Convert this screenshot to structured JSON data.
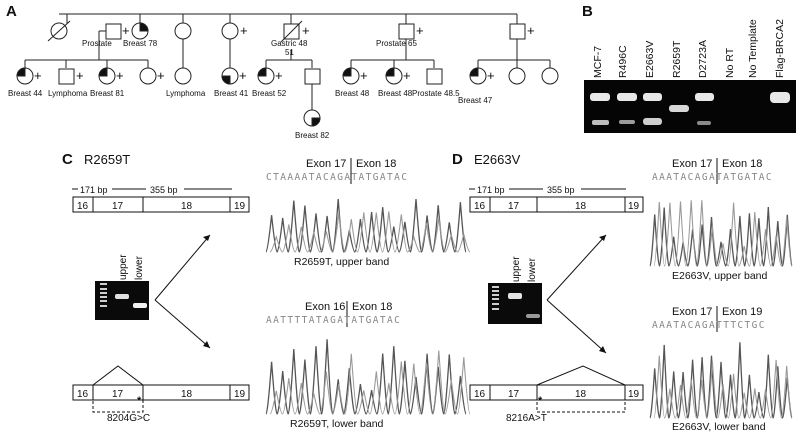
{
  "panels": {
    "a": "A",
    "b": "B",
    "c": "C",
    "d": "D"
  },
  "pedigree": {
    "gen1": [
      {
        "label": "Prostate",
        "sym": "+"
      },
      {
        "label": "Breast 78",
        "sym": ""
      },
      {
        "label": "",
        "sym": "+"
      },
      {
        "label": "Gastric 48",
        "sym": "+",
        "extra": "51"
      },
      {
        "label": "Prostate 65",
        "sym": "+"
      },
      {
        "label": "",
        "sym": "+"
      }
    ],
    "gen2": [
      {
        "label": "Breast 44",
        "sym": "+"
      },
      {
        "label": "Lymphoma",
        "sym": "+"
      },
      {
        "label": "Breast 81",
        "sym": "+"
      },
      {
        "label": "",
        "sym": "+"
      },
      {
        "label": "Lymphoma",
        "sym": ""
      },
      {
        "label": "Breast 41",
        "sym": "+"
      },
      {
        "label": "Breast 52",
        "sym": "+"
      },
      {
        "label": "Breast 48",
        "sym": "+"
      },
      {
        "label": "Breast 48",
        "sym": "+"
      },
      {
        "label": "Prostate 48.5",
        "sym": ""
      },
      {
        "label": "Breast 47",
        "sym": "+"
      }
    ],
    "gen3": [
      {
        "label": "Breast 82",
        "sym": ""
      }
    ]
  },
  "gel_b": {
    "lanes": [
      "MCF-7",
      "R496C",
      "E2663V",
      "R2659T",
      "D2723A",
      "No RT",
      "No Template",
      "Flag-BRCA2"
    ]
  },
  "panel_c": {
    "mutation": "R2659T",
    "bp_left": "171 bp",
    "bp_right": "355 bp",
    "exons_top": [
      "16",
      "17",
      "18",
      "19"
    ],
    "exons_bottom": [
      "16",
      "17",
      "18",
      "19"
    ],
    "gel_labels": [
      "upper",
      "lower"
    ],
    "variant": "8204G>C",
    "seq1": {
      "left": "Exon 17",
      "right": "Exon 18",
      "seq": "CTAAAATACAGATATGATAC"
    },
    "seq2": {
      "left": "Exon 16",
      "right": "Exon 18",
      "seq": "AATTTTATAGATATGATAC"
    },
    "cap1": "R2659T, upper band",
    "cap2": "R2659T, lower band"
  },
  "panel_d": {
    "mutation": "E2663V",
    "bp_left": "171 bp",
    "bp_right": "355 bp",
    "exons_top": [
      "16",
      "17",
      "18",
      "19"
    ],
    "exons_bottom": [
      "16",
      "17",
      "18",
      "19"
    ],
    "gel_labels": [
      "upper",
      "lower"
    ],
    "variant": "8216A>T",
    "seq1": {
      "left": "Exon 17",
      "right": "Exon 18",
      "seq": "AAATACAGATATGATAC"
    },
    "seq2": {
      "left": "Exon 17",
      "right": "Exon 19",
      "seq": "AAATACAGATTTCTGC"
    },
    "cap1": "E2663V, upper band",
    "cap2": "E2663V, lower band"
  }
}
